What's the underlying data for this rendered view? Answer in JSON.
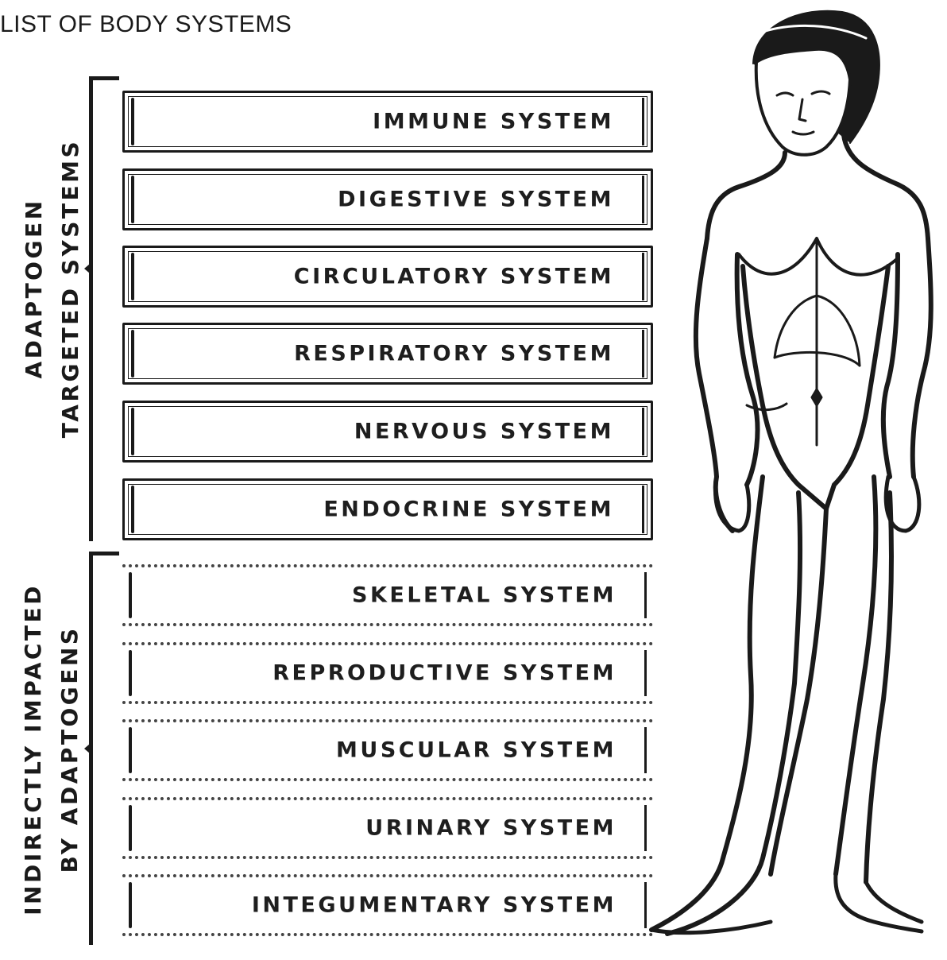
{
  "title": "LIST OF BODY SYSTEMS",
  "groups": {
    "targeted": {
      "label_line1": "ADAPTOGEN",
      "label_line2": "TARGETED SYSTEMS",
      "systems": [
        "IMMUNE SYSTEM",
        "DIGESTIVE SYSTEM",
        "CIRCULATORY SYSTEM",
        "RESPIRATORY SYSTEM",
        "NERVOUS SYSTEM",
        "ENDOCRINE SYSTEM"
      ]
    },
    "indirect": {
      "label_line1": "INDIRECTLY IMPACTED",
      "label_line2": "BY ADAPTOGENS",
      "systems": [
        "SKELETAL SYSTEM",
        "REPRODUCTIVE SYSTEM",
        "MUSCULAR SYSTEM",
        "URINARY SYSTEM",
        "INTEGUMENTARY SYSTEM"
      ]
    }
  },
  "illustration": {
    "icon": "human-figure-icon"
  },
  "colors": {
    "ink": "#1a1a1a",
    "background": "#ffffff"
  }
}
